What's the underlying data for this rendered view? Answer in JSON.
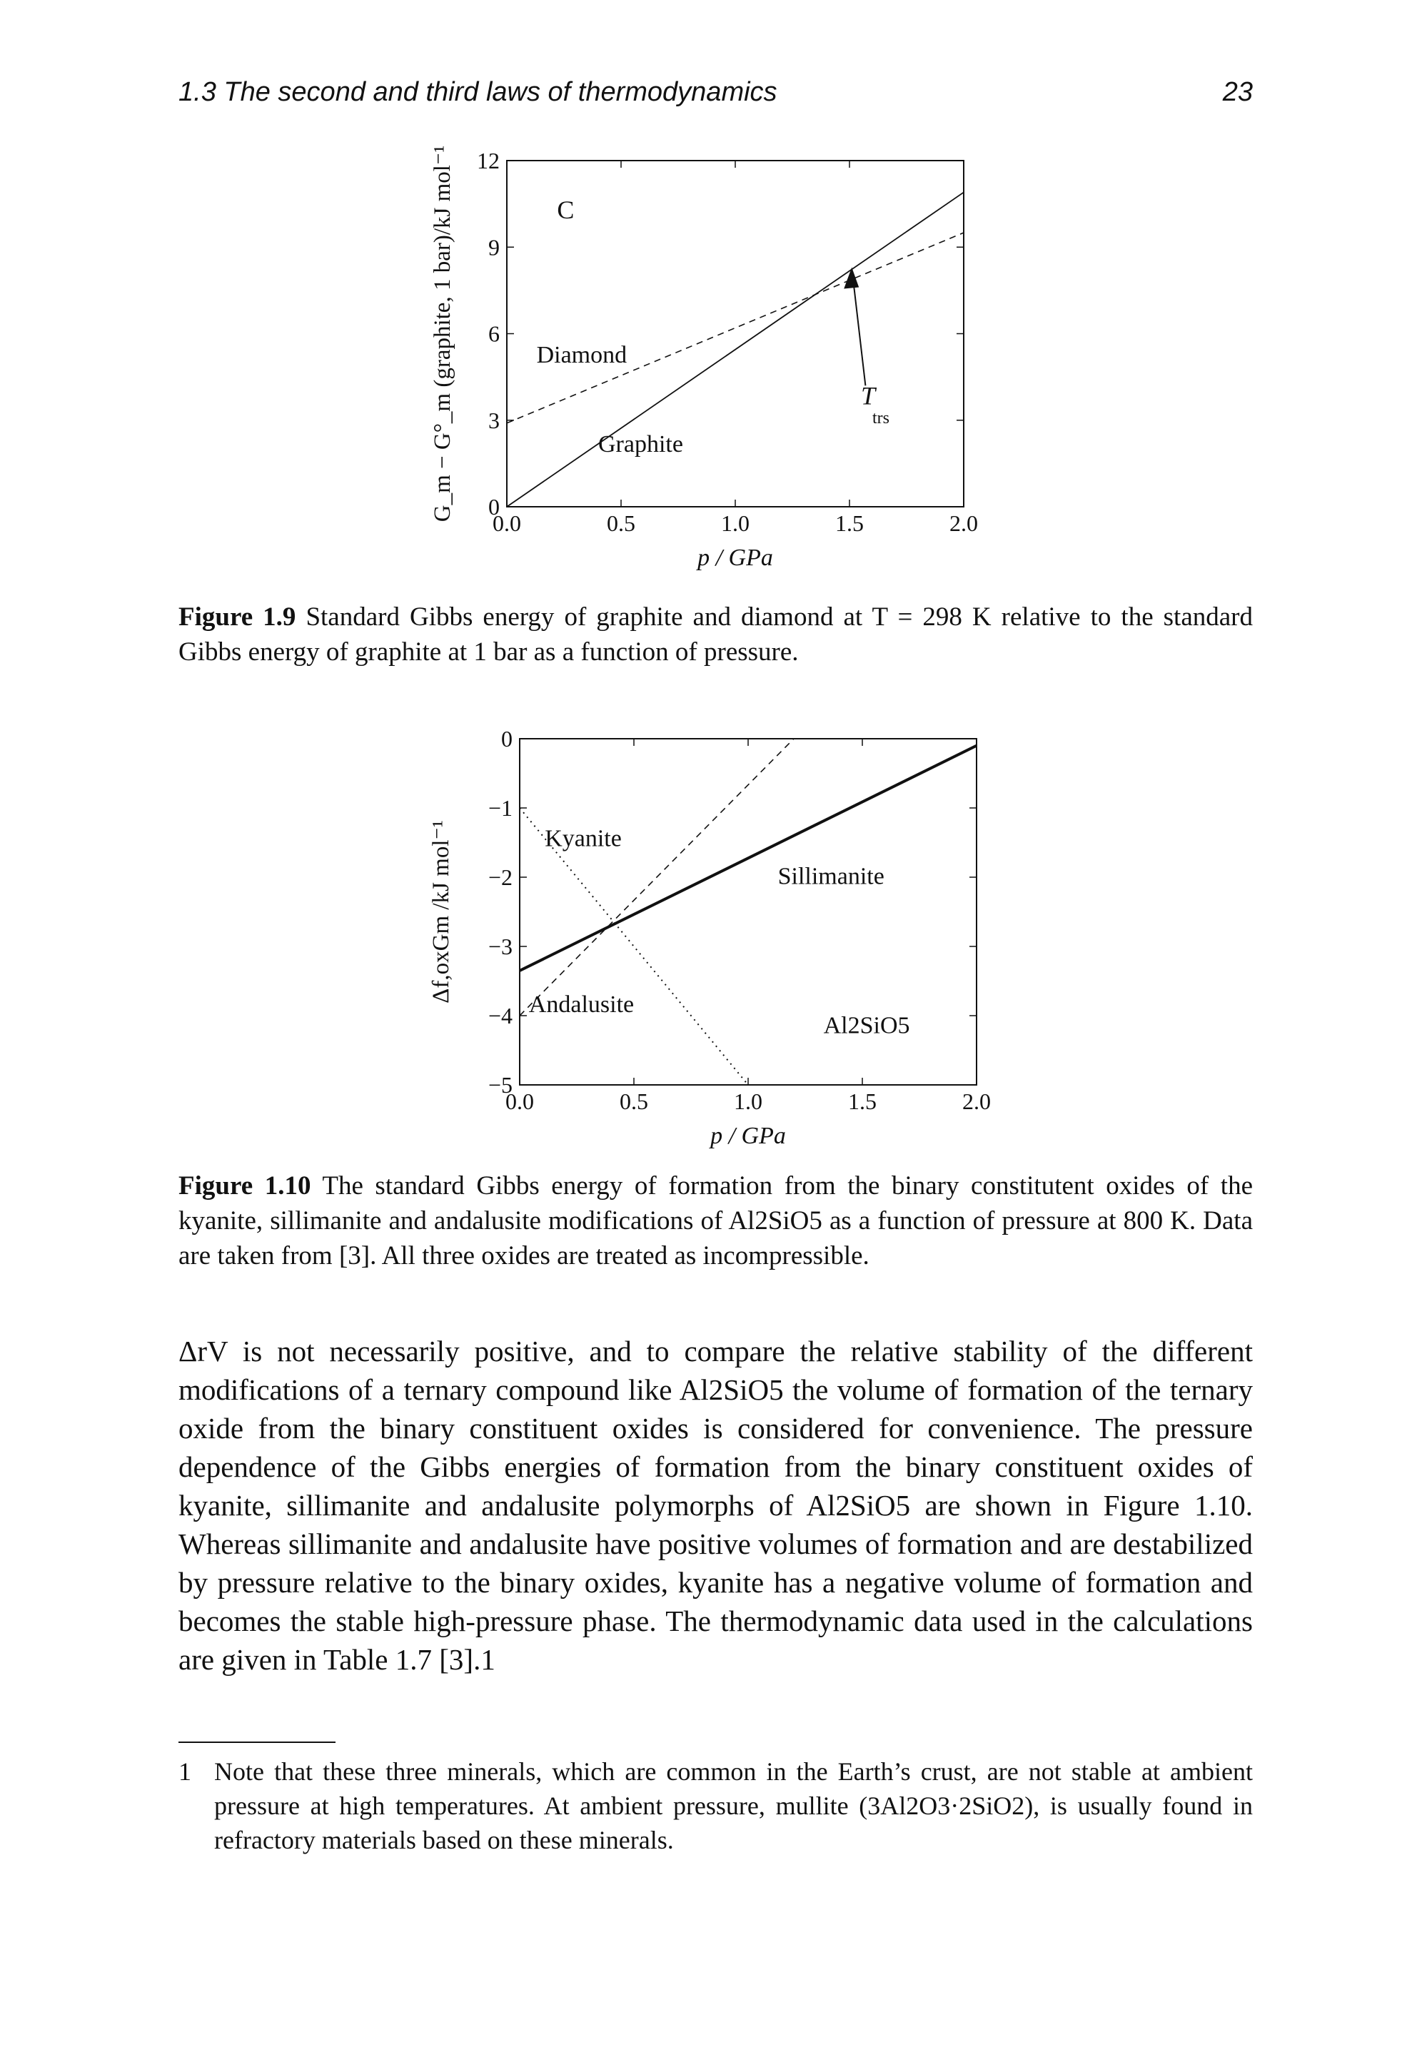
{
  "header": {
    "running_title": "1.3 The second and third laws of thermodynamics",
    "page_number": "23"
  },
  "figure1": {
    "caption_label": "Figure 1.9",
    "caption_text": " Standard Gibbs energy of graphite and diamond at T = 298 K relative to the standard Gibbs energy of graphite at 1 bar as a function of pressure.",
    "chart_data": {
      "type": "line",
      "xlabel": "p / GPa",
      "ylabel": "G_m − G°_m (graphite, 1 bar)/kJ mol⁻¹",
      "xlim": [
        0.0,
        2.0
      ],
      "ylim": [
        0,
        12
      ],
      "x_ticks": [
        "0.0",
        "0.5",
        "1.0",
        "1.5",
        "2.0"
      ],
      "y_ticks": [
        "0",
        "3",
        "6",
        "9",
        "12"
      ],
      "series": [
        {
          "name": "Graphite",
          "style": "solid",
          "x": [
            0.0,
            2.0
          ],
          "y": [
            0.0,
            10.9
          ]
        },
        {
          "name": "Diamond",
          "style": "dashed",
          "x": [
            0.0,
            2.0
          ],
          "y": [
            2.9,
            9.5
          ]
        }
      ],
      "annotations": [
        "C",
        "Diamond",
        "Graphite",
        "T",
        "trs"
      ]
    }
  },
  "figure2": {
    "caption_label": "Figure 1.10",
    "caption_text": " The standard Gibbs energy of formation from the binary constitutent oxides of the kyanite, sillimanite and andalusite modifications of Al2SiO5 as a function of pressure at 800 K. Data are taken from [3]. All three oxides are treated as incompressible.",
    "chart_data": {
      "type": "line",
      "xlabel": "p / GPa",
      "ylabel": "Δf,oxGm /kJ mol⁻¹",
      "xlim": [
        0.0,
        2.0
      ],
      "ylim": [
        -5,
        0
      ],
      "x_ticks": [
        "0.0",
        "0.5",
        "1.0",
        "1.5",
        "2.0"
      ],
      "y_ticks": [
        "0",
        "−1",
        "−2",
        "−3",
        "−4",
        "−5"
      ],
      "series": [
        {
          "name": "Sillimanite",
          "style": "solid",
          "x": [
            0.0,
            2.0
          ],
          "y": [
            -3.35,
            -0.1
          ]
        },
        {
          "name": "Andalusite",
          "style": "dashed",
          "x": [
            0.0,
            1.2
          ],
          "y": [
            -4.0,
            0.0
          ]
        },
        {
          "name": "Kyanite",
          "style": "dotted",
          "x": [
            0.0,
            1.0
          ],
          "y": [
            -1.0,
            -5.0
          ]
        }
      ],
      "annotations": [
        "Kyanite",
        "Sillimanite",
        "Andalusite",
        "Al2SiO5"
      ]
    }
  },
  "body": {
    "paragraph": "ΔrV is not necessarily positive, and to compare the relative stability of the different modifications of a ternary compound like Al2SiO5 the volume of formation of the ternary oxide from the binary constituent oxides is considered for convenience. The pressure dependence of the Gibbs energies of formation from the binary constituent oxides of kyanite, sillimanite and andalusite polymorphs of Al2SiO5 are shown in Figure 1.10. Whereas sillimanite and andalusite have positive volumes of formation and are destabilized by pressure relative to the binary oxides, kyanite has a negative volume of formation and becomes the stable high-pressure phase. The thermodynamic data used in the calculations are given in Table 1.7 [3].1"
  },
  "footnote": {
    "number": "1",
    "text": "Note that these three minerals, which are common in the Earth’s crust, are not stable at ambient pressure at high temperatures. At ambient pressure, mullite (3Al2O3·2SiO2), is usually found in refractory materials based on these minerals."
  }
}
